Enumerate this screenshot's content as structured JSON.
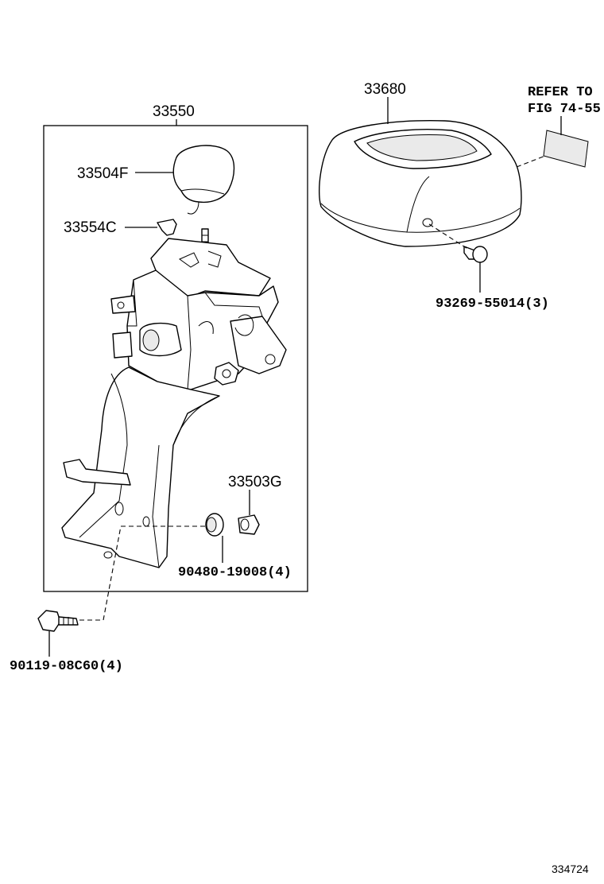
{
  "labels": {
    "assembly": "33550",
    "knob": "33504F",
    "clip": "33554C",
    "cover": "33680",
    "refer_line1": "REFER TO",
    "refer_line2": "FIG 74-55",
    "screw": "93269-55014(3)",
    "cushion": "33503G",
    "grommet": "90480-19008(4)",
    "bolt": "90119-08C60(4)",
    "figure_number": "334724"
  }
}
